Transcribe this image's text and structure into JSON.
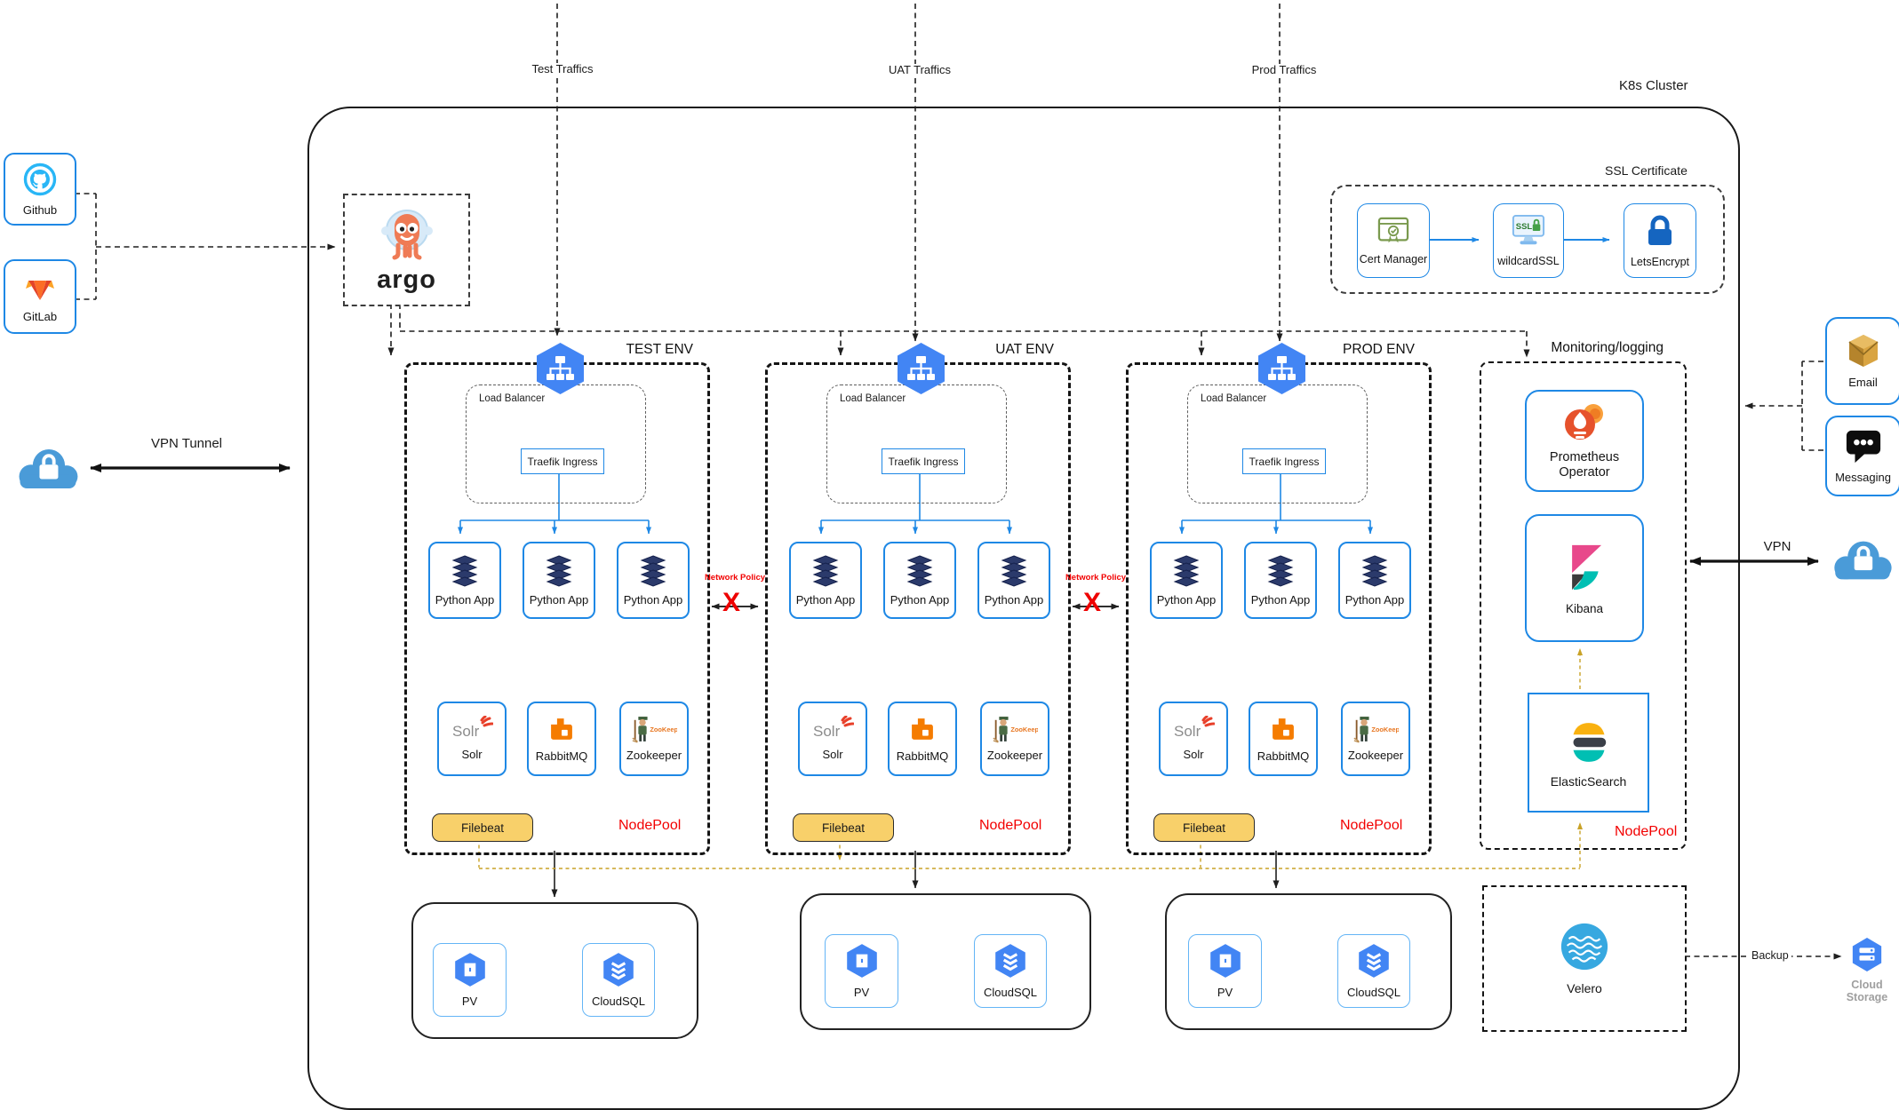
{
  "cluster_label": "K8s Cluster",
  "traffics": {
    "test": "Test Traffics",
    "uat": "UAT Traffics",
    "prod": "Prod Traffics"
  },
  "sources": {
    "github": "Github",
    "gitlab": "GitLab",
    "argo_wordmark": "argo"
  },
  "vpn": {
    "tunnel_label": "VPN Tunnel",
    "vpn_label": "VPN"
  },
  "ssl": {
    "section_label": "SSL Certificate",
    "cert_manager": "Cert Manager",
    "wildcard": "wildcardSSL",
    "letsencrypt": "LetsEncrypt",
    "icon_text": "SSL"
  },
  "envs": [
    {
      "name": "TEST ENV"
    },
    {
      "name": "UAT ENV"
    },
    {
      "name": "PROD ENV"
    }
  ],
  "env_common": {
    "load_balancer": "Load Balancer",
    "traefik": "Traefik Ingress",
    "python_app": "Python App",
    "solr": "Solr",
    "solr_logo_text": "Solr",
    "rabbitmq": "RabbitMQ",
    "zookeeper": "Zookeeper",
    "zookeeper_logo_text": "ZooKeeper",
    "filebeat": "Filebeat",
    "nodepool": "NodePool",
    "network_policy": "Network Policy",
    "x_mark": "X"
  },
  "monitoring": {
    "section_label": "Monitoring/logging",
    "prometheus": "Prometheus Operator",
    "kibana": "Kibana",
    "elasticsearch": "ElasticSearch",
    "nodepool": "NodePool"
  },
  "alerts": {
    "email": "Email",
    "messaging": "Messaging"
  },
  "storage": {
    "pv": "PV",
    "cloudsql": "CloudSQL"
  },
  "backup": {
    "velero": "Velero",
    "backup_label": "Backup",
    "cloud_storage": "Cloud Storage"
  },
  "colors": {
    "box_border_blue": "#1e88e5",
    "hexagon_blue": "#4285f4",
    "nodepool_red": "#f20000",
    "filebeat_gold": "#f8d06a",
    "log_line_tan": "#c9a227",
    "github_cyan": "#29b6f6",
    "argo_orange": "#ef7b55"
  }
}
